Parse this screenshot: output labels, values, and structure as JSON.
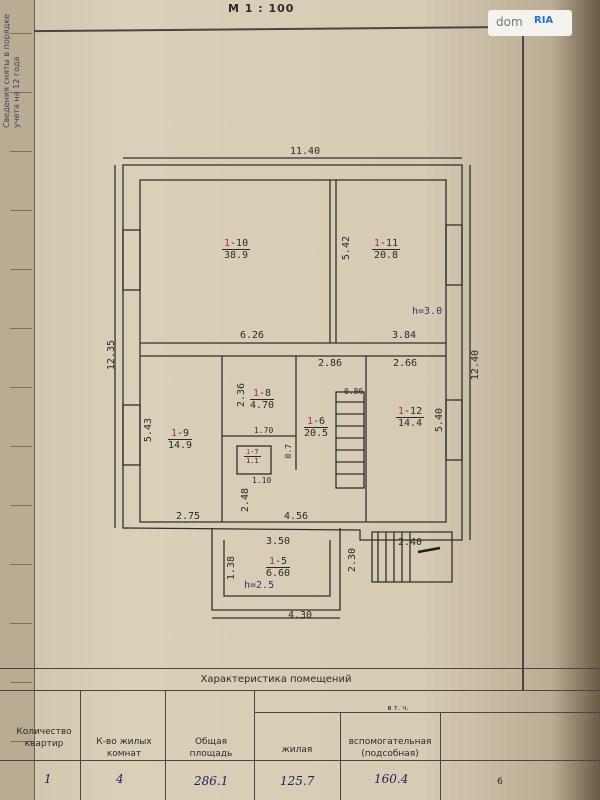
{
  "header": {
    "scale": "М 1 : 100",
    "watermark_left": "dom",
    "watermark_right": "RIA"
  },
  "binder": {
    "text": "Сведения сняты в порядке учета на 12 года"
  },
  "plan": {
    "dimensions": {
      "top_width": "11.40",
      "left_height": "12.35",
      "right_height": "12.40",
      "wall_6_26": "6.26",
      "wall_3_84": "3.84",
      "wall_5_42": "5.42",
      "wall_2_86": "2.86",
      "wall_2_66": "2.66",
      "wall_2_36": "2.36",
      "wall_0_86": "0.86",
      "wall_1_70": "1.70",
      "wall_1_10": "1.10",
      "wall_0_7": "0.7",
      "wall_5_43": "5.43",
      "wall_5_40": "5.40",
      "wall_2_75": "2.75",
      "wall_2_48": "2.48",
      "wall_4_56": "4.56",
      "wall_3_50": "3.50",
      "wall_1_38": "1.38",
      "wall_2_30": "2.30",
      "wall_4_30": "4.30",
      "wall_2_40": "2.40",
      "height_top": "h=3.0",
      "height_bottom": "h=2.5"
    },
    "rooms": [
      {
        "floor": "1",
        "num": "-10",
        "area": "38.9"
      },
      {
        "floor": "1",
        "num": "-11",
        "area": "20.8"
      },
      {
        "floor": "1",
        "num": "-8",
        "area": "4.70"
      },
      {
        "floor": "1",
        "num": "-9",
        "area": "14.9"
      },
      {
        "floor": "1",
        "num": "-6",
        "area": "20.5"
      },
      {
        "floor": "1",
        "num": "-12",
        "area": "14.4"
      },
      {
        "floor": "1",
        "num": "-5",
        "area": "6.60"
      },
      {
        "floor": "1",
        "num": "-7",
        "area": "1.1"
      }
    ]
  },
  "table": {
    "title": "Характеристика помещений",
    "subhead": "в т. ч.",
    "columns": [
      "Количество квартир",
      "К-во жилых комнат",
      "Общая площадь",
      "жилая",
      "вспомогательная (подсобная)"
    ],
    "col_numbers": [
      "6"
    ],
    "values": [
      "1",
      "4",
      "286.1",
      "125.7",
      "160.4"
    ]
  }
}
